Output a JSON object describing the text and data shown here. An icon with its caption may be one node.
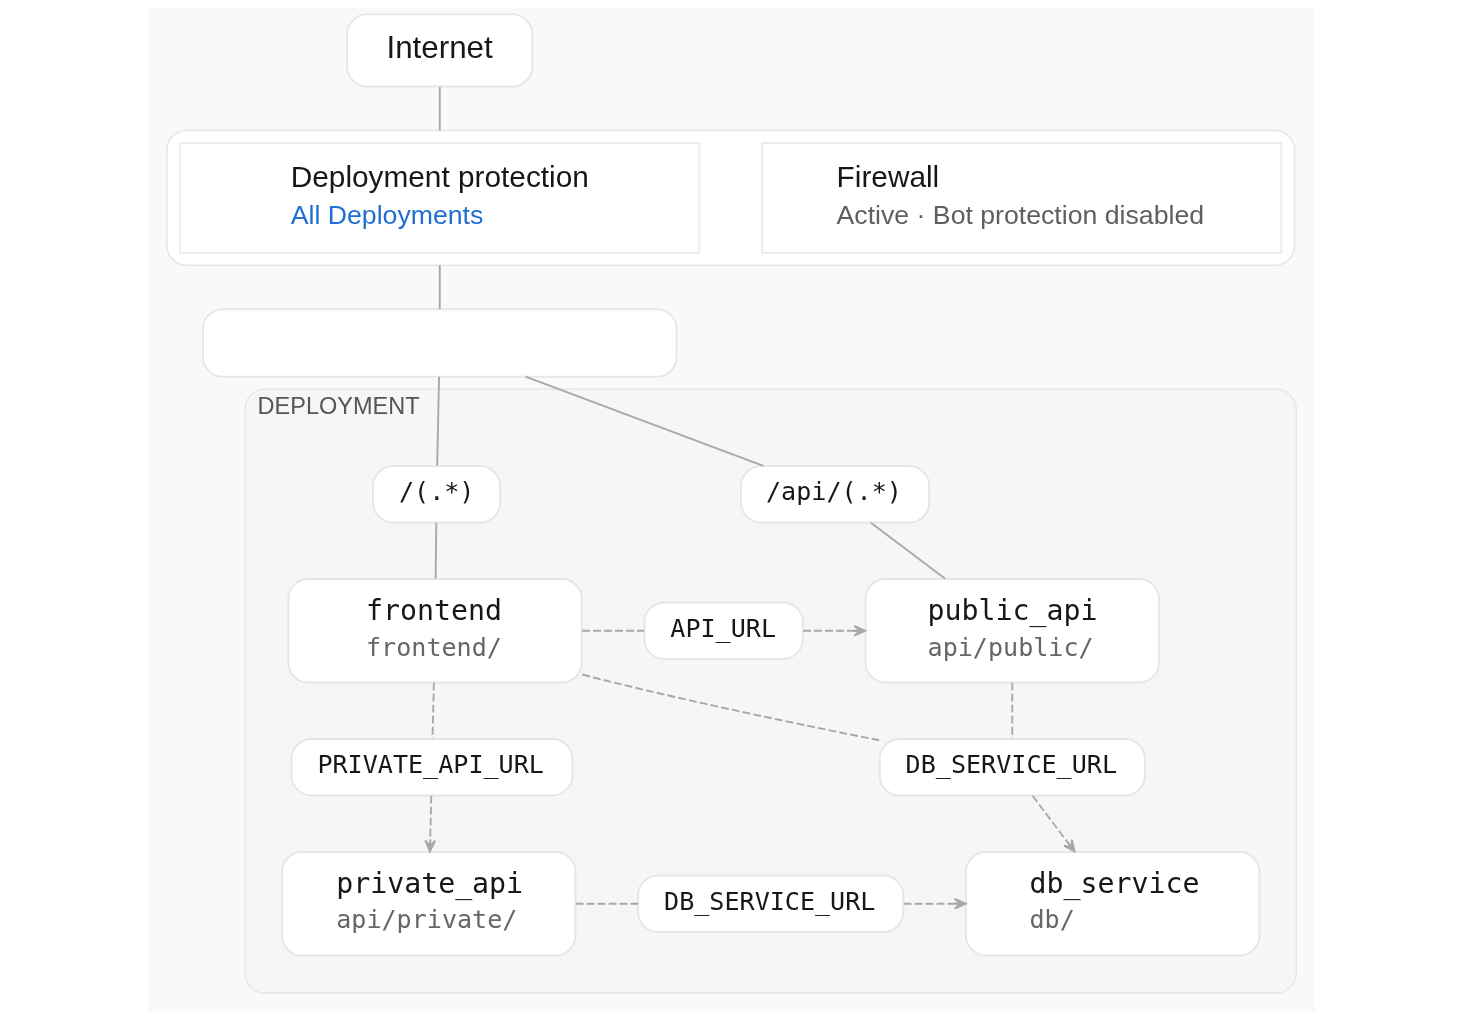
{
  "diagram": {
    "nodes": [
      {
        "text": [
          "Internet"
        ]
      },
      {
        "text": [],
        "shape": "box"
      },
      {
        "text": [
          "Deployment protection",
          "All Deployments"
        ],
        "in": 1
      },
      {
        "text": [
          "Firewall",
          "Active · Bot protection disabled"
        ],
        "in": 1
      },
      {
        "text": [],
        "shape": "box"
      },
      {
        "text": [
          "DEPLOYMENT"
        ]
      },
      {
        "text": [
          "/(.*)"
        ],
        "in": 5
      },
      {
        "text": [
          "/api/(.*)"
        ],
        "in": 5
      },
      {
        "text": [
          "frontend",
          "frontend/"
        ],
        "in": 5
      },
      {
        "text": [
          "API_URL"
        ],
        "in": 5
      },
      {
        "text": [
          "public_api",
          "api/public/"
        ],
        "in": 5
      },
      {
        "text": [
          "PRIVATE_API_URL"
        ],
        "in": 5
      },
      {
        "text": [
          "DB_SERVICE_URL"
        ],
        "in": 5
      },
      {
        "text": [
          "private_api",
          "api/private/"
        ],
        "in": 5
      },
      {
        "text": [
          "DB_SERVICE_URL"
        ],
        "in": 5
      },
      {
        "text": [
          "db_service",
          "db/"
        ],
        "in": 5
      }
    ],
    "edges": [
      {
        "from": 0,
        "to": 1,
        "arrow": "none"
      },
      {
        "from": 1,
        "to": 4,
        "arrow": "none"
      },
      {
        "from": 4,
        "to": 6,
        "arrow": "none"
      },
      {
        "from": 4,
        "to": 7,
        "arrow": "none"
      },
      {
        "from": 6,
        "to": 8,
        "arrow": "none"
      },
      {
        "from": 7,
        "to": 10,
        "arrow": "none"
      },
      {
        "from": 8,
        "to": 9,
        "arrow": "none",
        "style": "dashed"
      },
      {
        "from": 9,
        "to": 10,
        "arrow": "to",
        "style": "dashed"
      },
      {
        "from": 8,
        "to": 11,
        "arrow": "none",
        "style": "dashed"
      },
      {
        "from": 11,
        "to": 13,
        "arrow": "to",
        "style": "dashed"
      },
      {
        "from": 8,
        "to": 12,
        "arrow": "none",
        "style": "dashed"
      },
      {
        "from": 10,
        "to": 12,
        "arrow": "none",
        "style": "dashed"
      },
      {
        "from": 12,
        "to": 15,
        "arrow": "to",
        "style": "dashed"
      },
      {
        "from": 13,
        "to": 14,
        "arrow": "none",
        "style": "dashed"
      },
      {
        "from": 14,
        "to": 15,
        "arrow": "to",
        "style": "dashed"
      }
    ]
  }
}
